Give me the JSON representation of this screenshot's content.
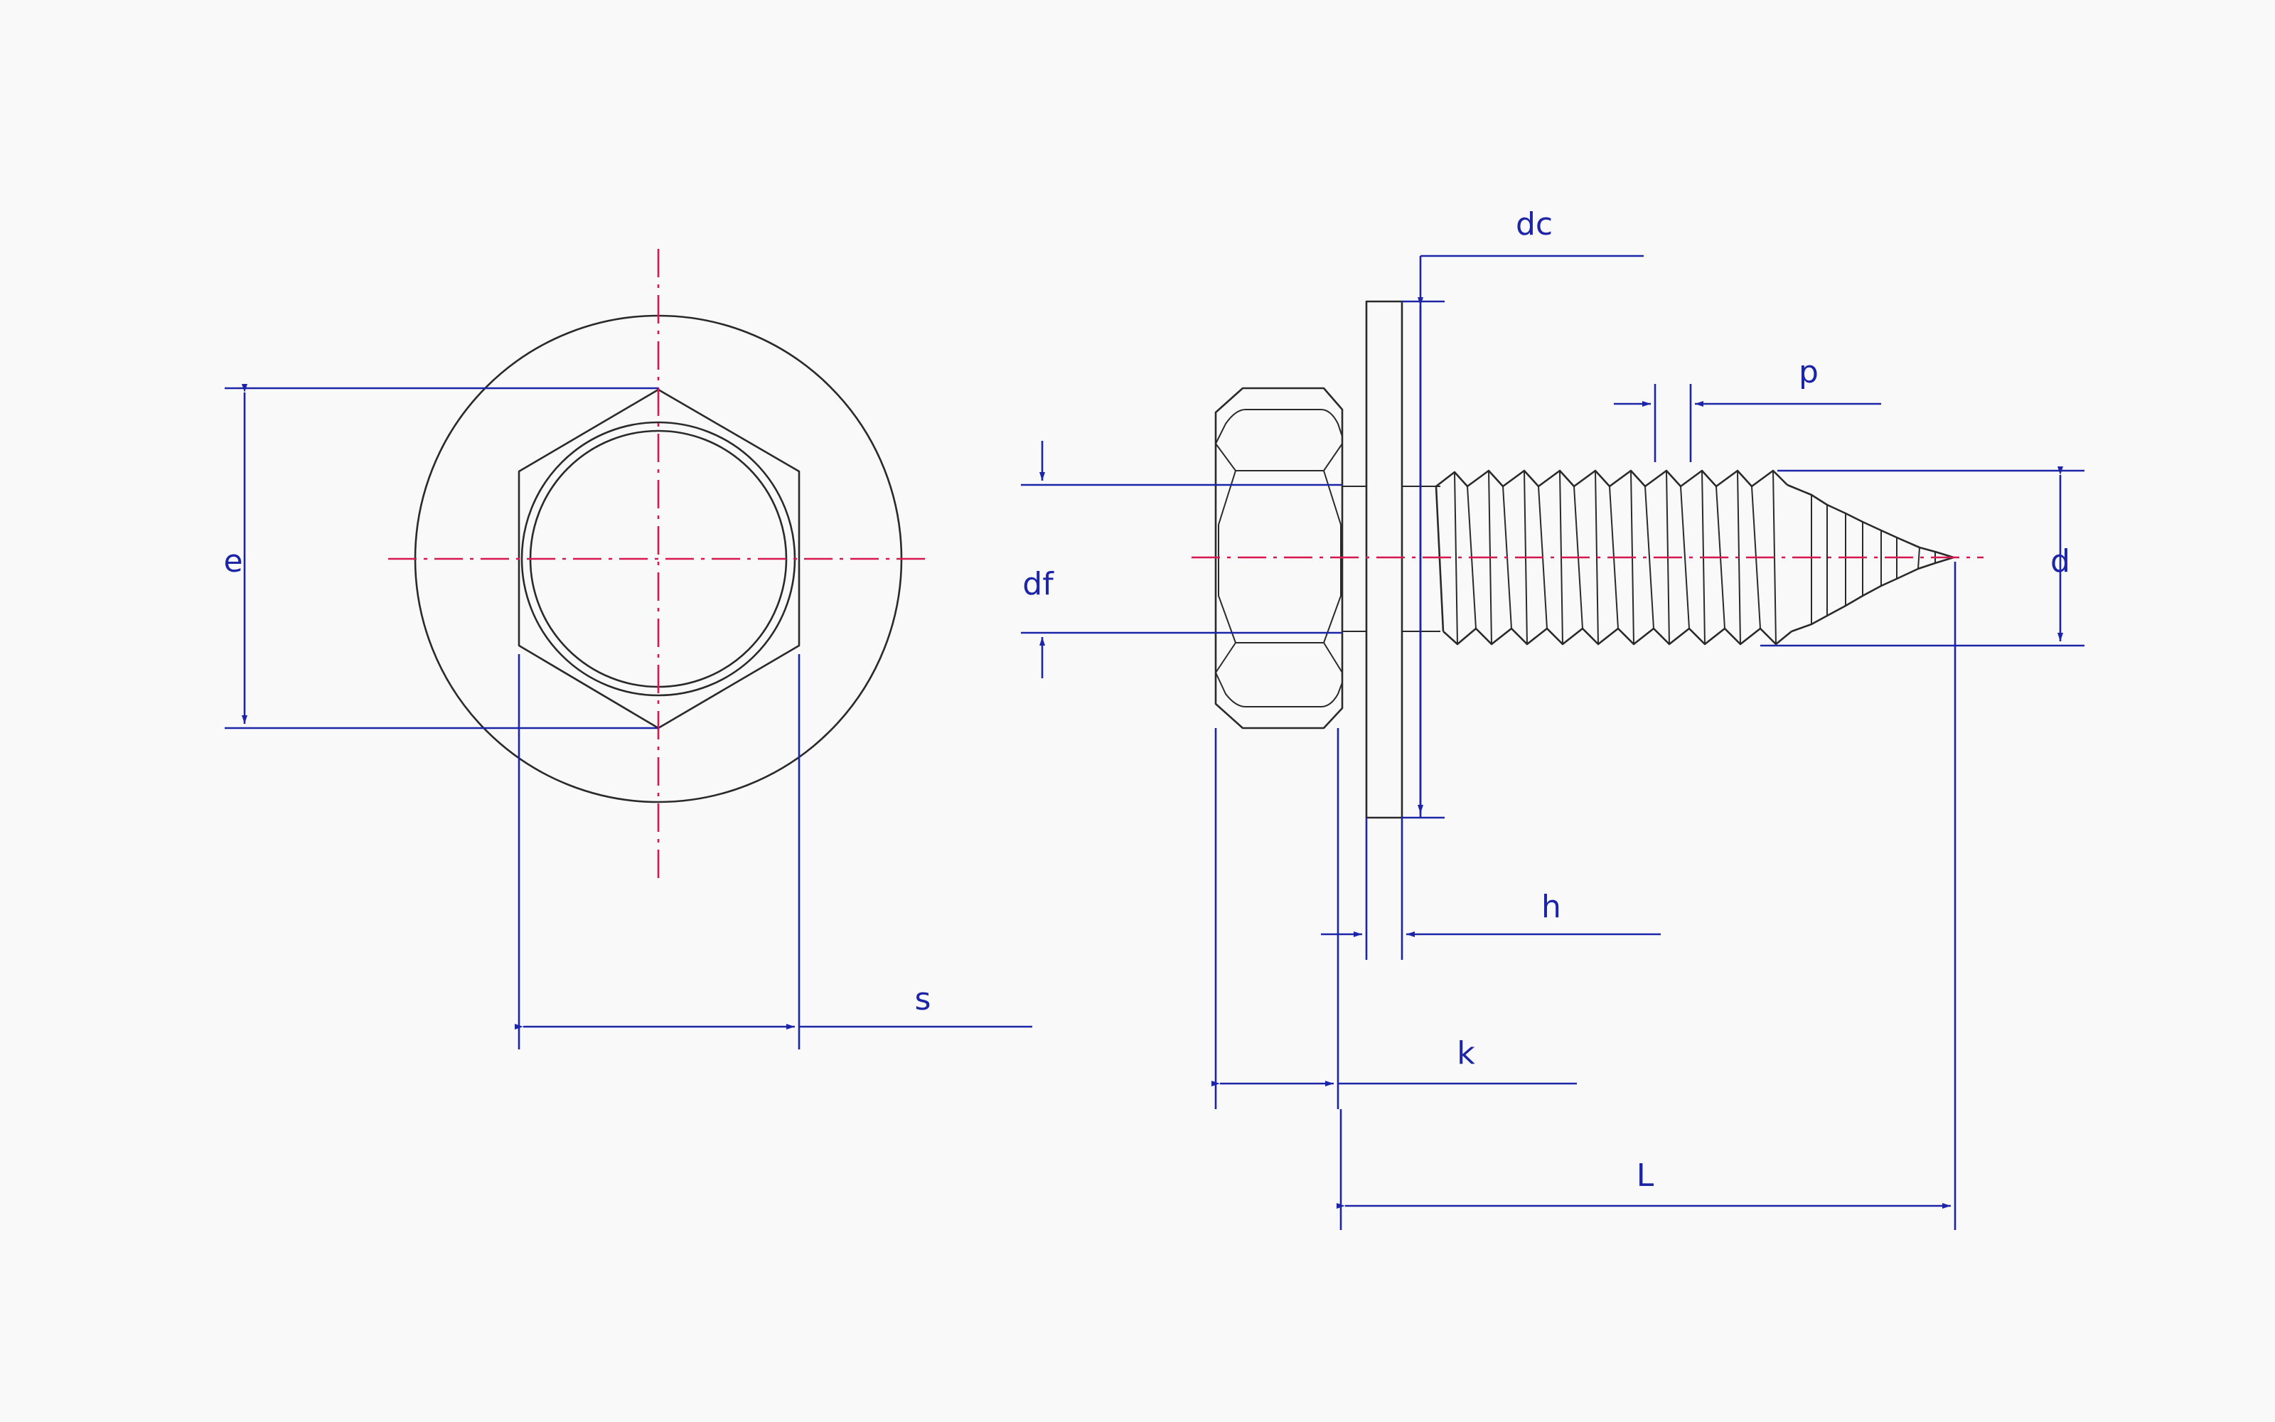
{
  "labels": {
    "e": "e",
    "s": "s",
    "df": "df",
    "dc": "dc",
    "p": "p",
    "d": "d",
    "h": "h",
    "k": "k",
    "L": "L"
  },
  "colors": {
    "outline": "#2a2a2a",
    "dimension": "#1c24a8",
    "centerline": "#d8194f",
    "background": "#f9f9f9"
  }
}
